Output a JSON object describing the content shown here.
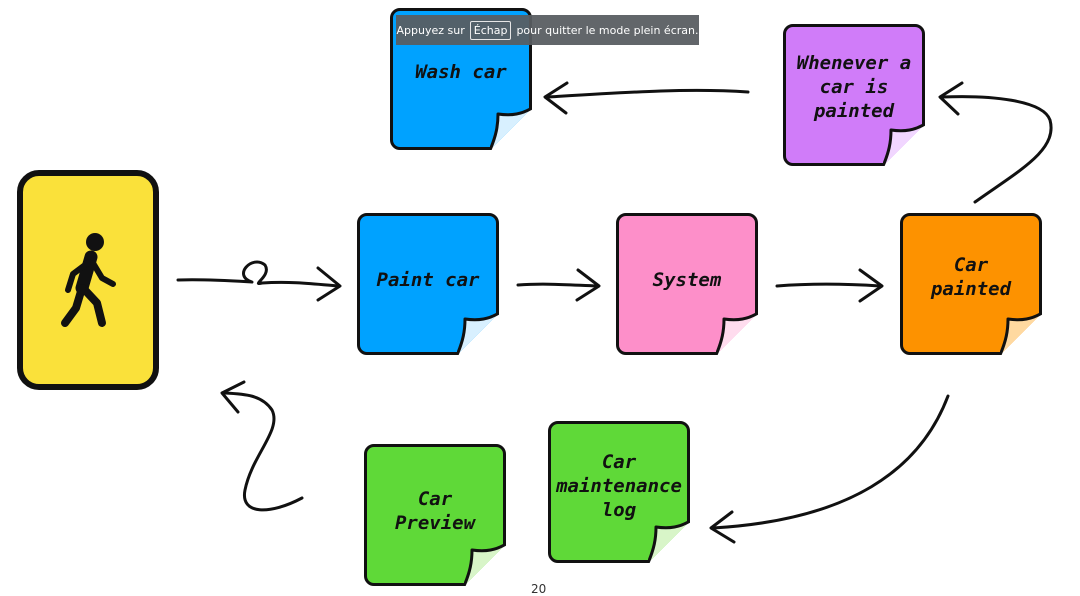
{
  "fullscreen_notice": {
    "prefix": "Appuyez sur",
    "key": "Échap",
    "suffix": "pour quitter le mode plein écran."
  },
  "actor": {
    "icon": "pedestrian-icon",
    "color": "#fae13a"
  },
  "notes": {
    "wash_car": {
      "label": "Wash car",
      "color": "#00a2ff"
    },
    "whenever_painted": {
      "label": "Whenever a\ncar is\npainted",
      "color": "#d07cf9"
    },
    "paint_car": {
      "label": "Paint car",
      "color": "#00a2ff"
    },
    "system": {
      "label": "System",
      "color": "#fd8fc9"
    },
    "car_painted": {
      "label": "Car\npainted",
      "color": "#fd9200"
    },
    "car_preview": {
      "label": "Car\nPreview",
      "color": "#5fd938"
    },
    "maintenance_log": {
      "label": "Car\nmaintenance\nlog",
      "color": "#5fd938"
    }
  },
  "page_number": "20"
}
